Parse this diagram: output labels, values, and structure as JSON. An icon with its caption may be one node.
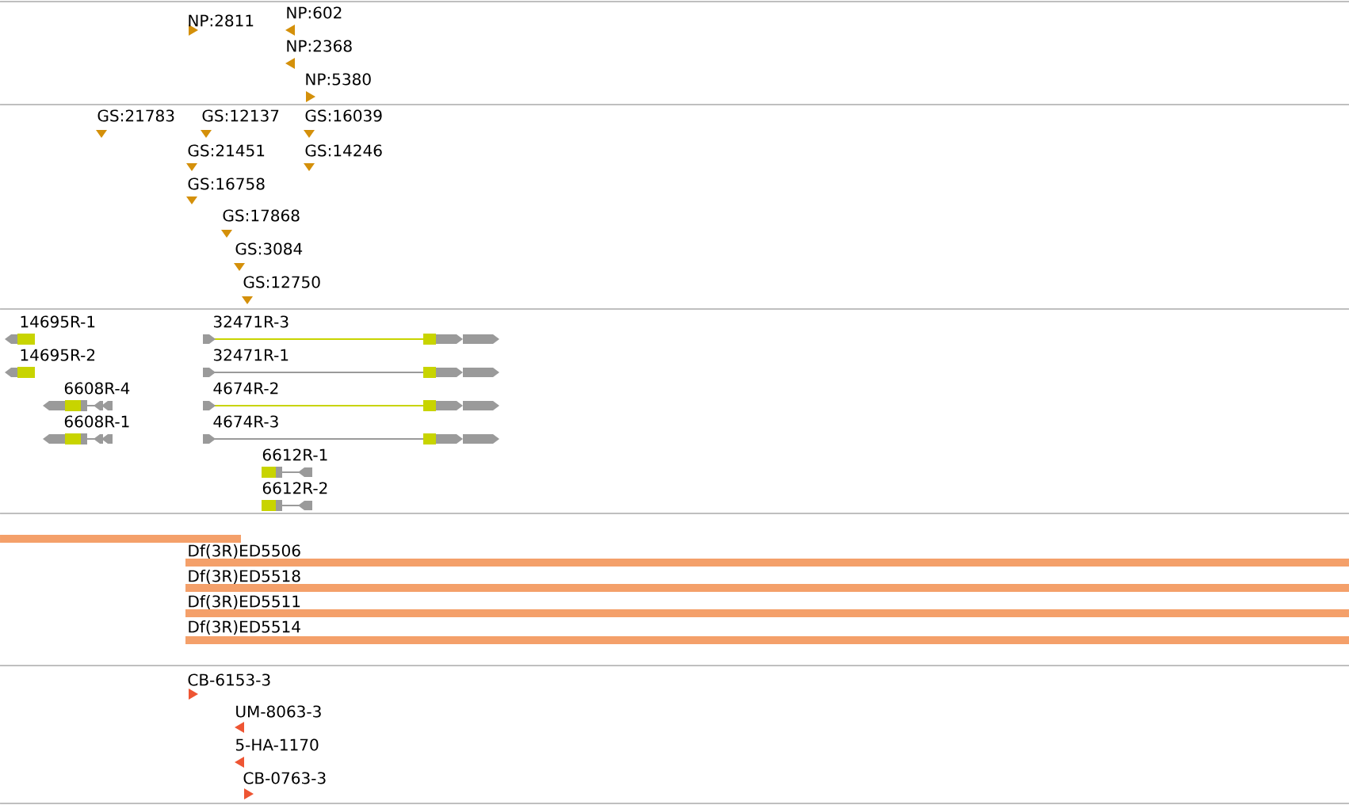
{
  "diagram": {
    "labels": [
      "NP:2811",
      "NP:602",
      "NP:2368",
      "NP:5380",
      "GS:21783",
      "GS:12137",
      "GS:16039",
      "GS:21451",
      "GS:14246",
      "GS:16758",
      "GS:17868",
      "GS:3084",
      "GS:12750",
      "14695R-1",
      "14695R-2",
      "6608R-4",
      "6608R-1",
      "32471R-3",
      "32471R-1",
      "4674R-2",
      "4674R-3",
      "6612R-1",
      "6612R-2",
      "Df(3R)ED5506",
      "Df(3R)ED5518",
      "Df(3R)ED5511",
      "Df(3R)ED5514",
      "CB-6153-3",
      "UM-8063-3",
      "5-HA-1170",
      "CB-0763-3"
    ]
  }
}
